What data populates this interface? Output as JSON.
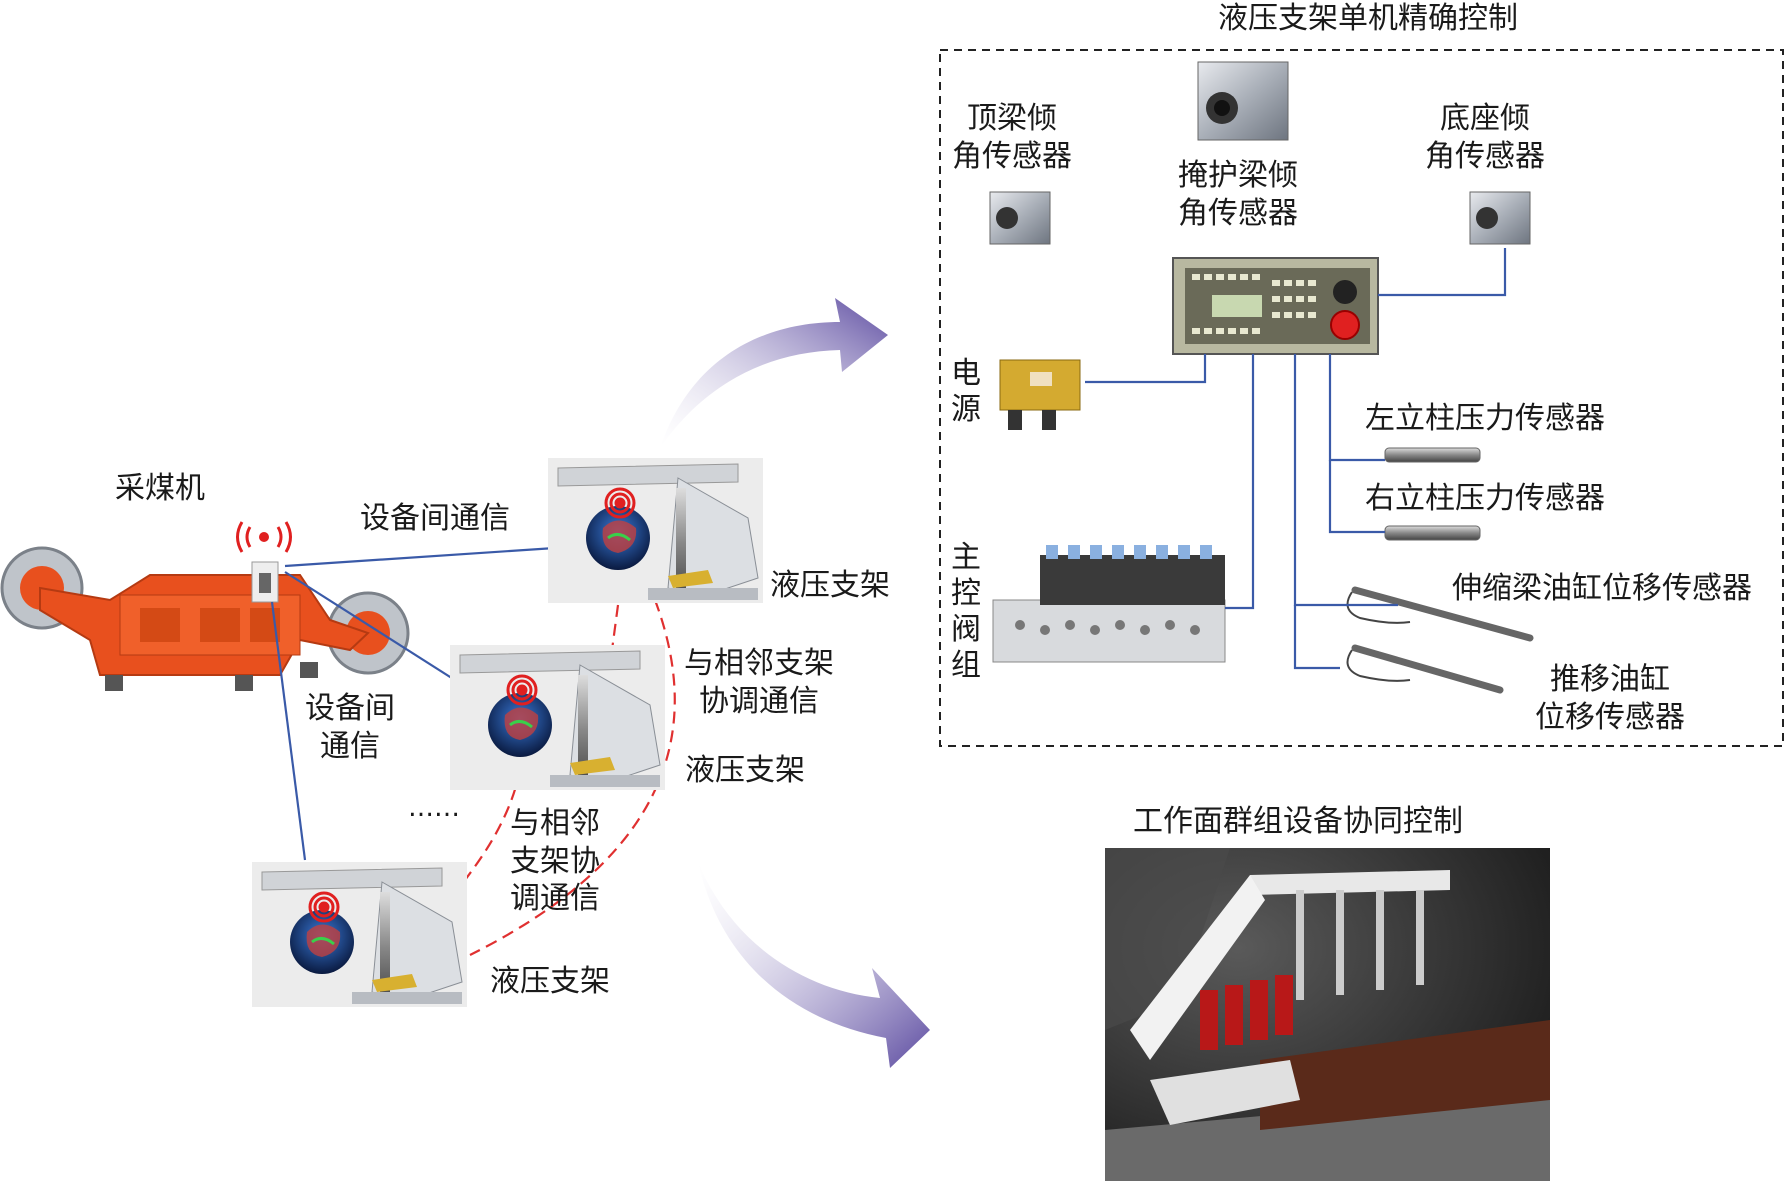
{
  "left": {
    "shearer_label": "采煤机",
    "comm_label_top": "设备间通信",
    "comm_label_side": "设备间\n通信",
    "support_top_label": "液压支架",
    "support_mid_label": "液压支架",
    "support_bottom_label": "液压支架",
    "adjacent_comm_1": "与相邻支架\n协调通信",
    "adjacent_comm_2": "与相邻\n支架协\n调通信",
    "ellipsis": "……"
  },
  "single": {
    "title": "液压支架单机精确控制",
    "top_beam_sensor": "顶梁倾\n角传感器",
    "shield_beam_sensor": "掩护梁倾\n角传感器",
    "base_sensor": "底座倾\n角传感器",
    "power": "电源",
    "main_valve": "主控阀组",
    "left_column_sensor": "左立柱压力传感器",
    "right_column_sensor": "右立柱压力传感器",
    "telescopic_sensor": "伸缩梁油缸位移传感器",
    "push_sensor": "推移油缸\n位移传感器"
  },
  "group": {
    "title": "工作面群组设备协同控制"
  },
  "colors": {
    "blue_line": "#3a5aa8",
    "red_dash": "#e03030",
    "arrow_purple": "#6a5aa8",
    "shearer_orange": "#e8501e"
  }
}
